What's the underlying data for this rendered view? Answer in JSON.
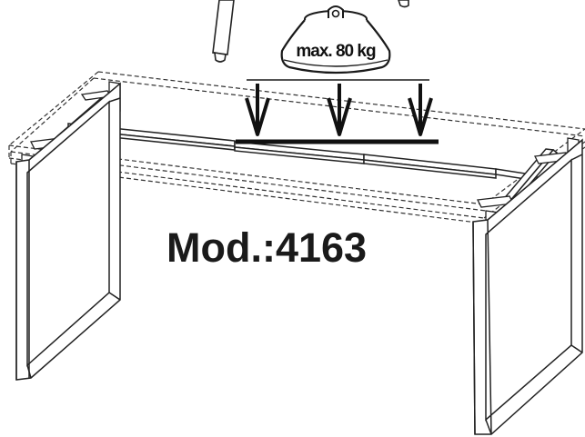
{
  "diagram": {
    "weight_label": "max. 80 kg",
    "model_label": "Mod.:4163",
    "colors": {
      "ink": "#1a1a1a",
      "line": "#222222",
      "background": "#ffffff"
    },
    "icons": [
      "weight-icon",
      "arrow-down-icon",
      "table-frame-drawing",
      "table-leg-icon"
    ]
  }
}
